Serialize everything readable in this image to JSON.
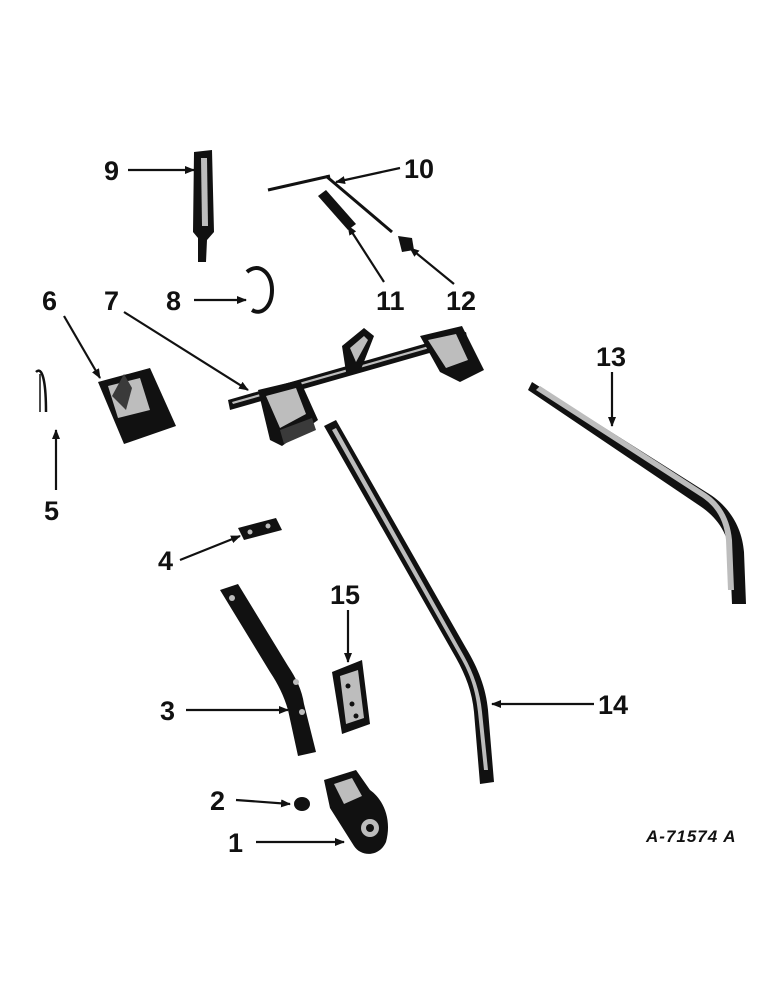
{
  "diagram": {
    "reference_code": "A-71574 A",
    "colors": {
      "ink": "#111111",
      "paper": "#ffffff",
      "shade": "#3a3a3a",
      "highlight": "#bdbdbd"
    },
    "callouts": [
      {
        "id": "c1",
        "label": "1"
      },
      {
        "id": "c2",
        "label": "2"
      },
      {
        "id": "c3",
        "label": "3"
      },
      {
        "id": "c4",
        "label": "4"
      },
      {
        "id": "c5",
        "label": "5"
      },
      {
        "id": "c6",
        "label": "6"
      },
      {
        "id": "c7",
        "label": "7"
      },
      {
        "id": "c8",
        "label": "8"
      },
      {
        "id": "c9",
        "label": "9"
      },
      {
        "id": "c10",
        "label": "10"
      },
      {
        "id": "c11",
        "label": "11"
      },
      {
        "id": "c12",
        "label": "12"
      },
      {
        "id": "c13",
        "label": "13"
      },
      {
        "id": "c14",
        "label": "14"
      },
      {
        "id": "c15",
        "label": "15"
      }
    ]
  }
}
